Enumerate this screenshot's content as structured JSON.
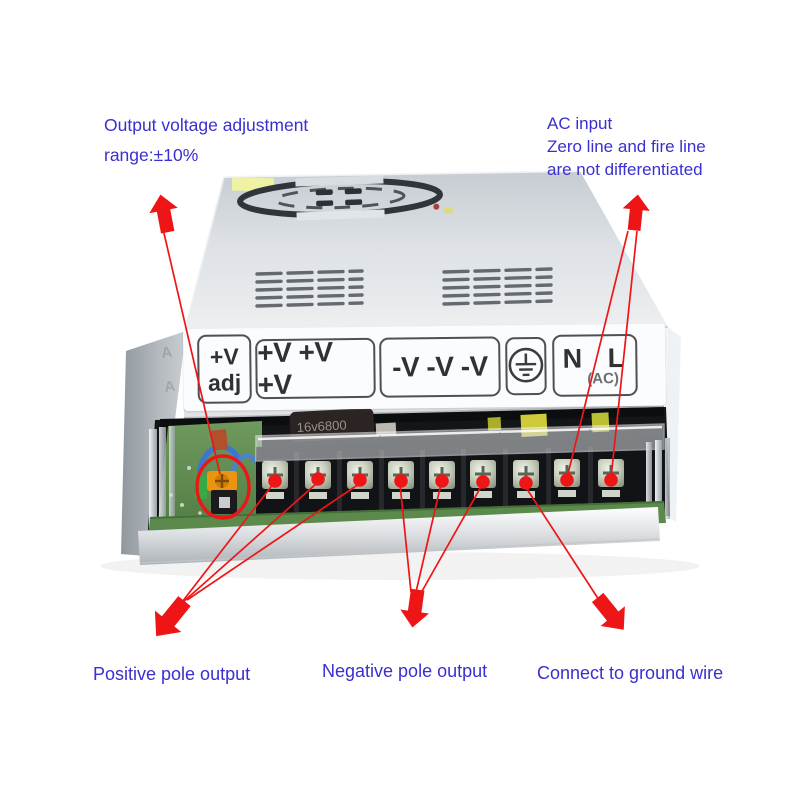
{
  "annotations": {
    "top_left": {
      "line1": "Output voltage adjustment",
      "line2": "range:±10%"
    },
    "top_right": {
      "line1": "AC input",
      "line2": "Zero line and fire line",
      "line3": "are not differentiated"
    },
    "bottom_left": "Positive pole output",
    "bottom_middle": "Negative pole output",
    "bottom_right": "Connect to ground wire"
  },
  "device": {
    "terminal_labels": {
      "adj_line1": "+V",
      "adj_line2": "adj",
      "positive": "+V +V +V",
      "negative": "-V -V -V",
      "ground_icon": "earth-ground-icon",
      "ac_line1": "N L",
      "ac_line2": "(AC)"
    },
    "capacitor_marking": "16v6800",
    "side_marking": "A",
    "terminal_count": 9
  },
  "colors": {
    "annotation_red": "#ee1517",
    "annotation_blue": "#3a2fd0",
    "case_silver": "#d8dce0",
    "pcb_green": "#5c8a4d",
    "pot_orange": "#ea9410",
    "terminal_block": "#141517"
  }
}
